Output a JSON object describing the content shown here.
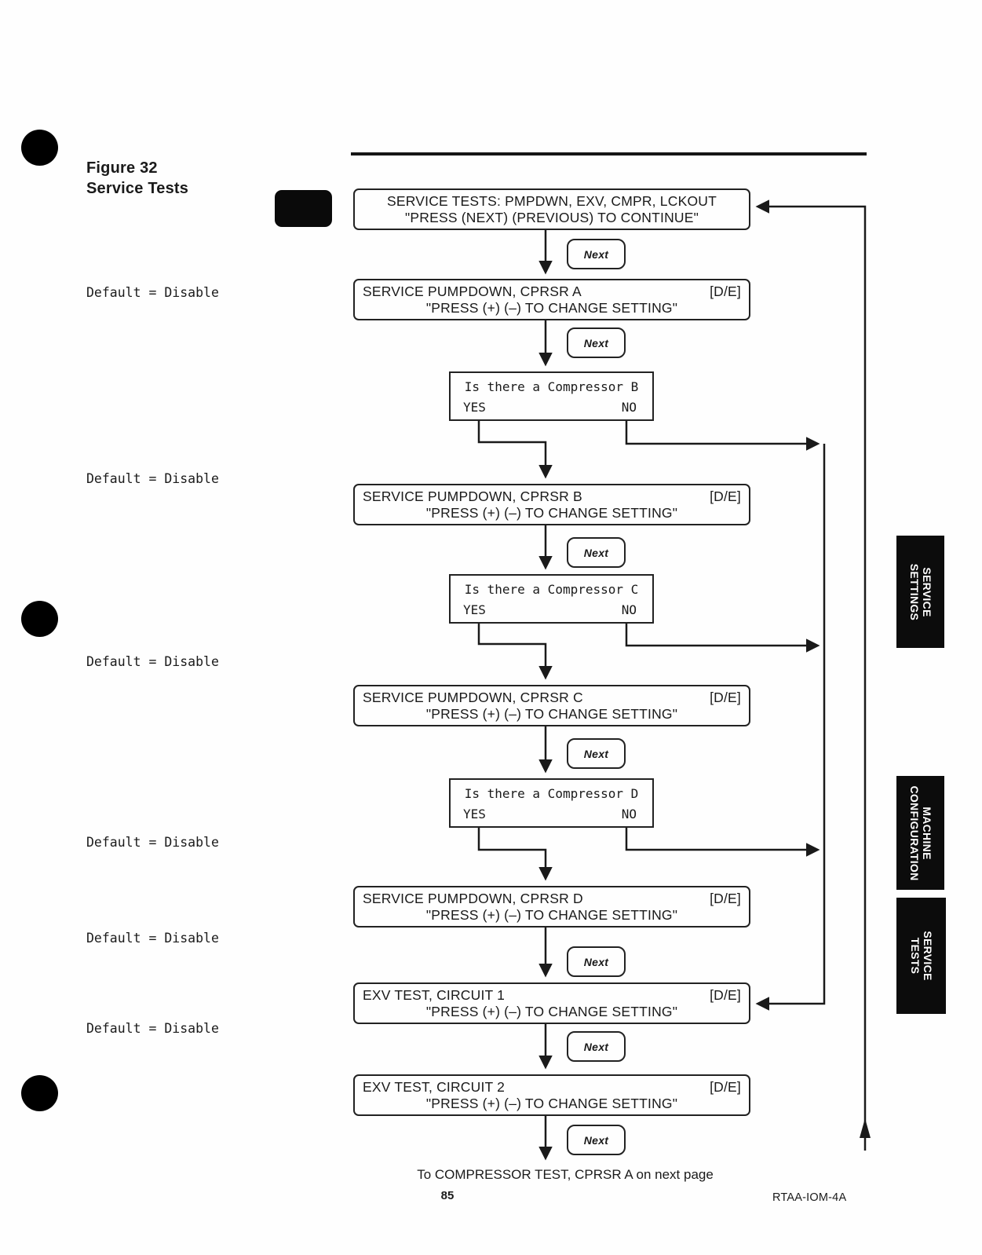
{
  "page": {
    "figure_label": "Figure 32",
    "figure_title": "Service Tests",
    "default_setting_label": "Default = Disable",
    "footer_note": "To COMPRESSOR TEST, CPRSR A on next page",
    "page_number": "85",
    "doc_code": "RTAA-IOM-4A"
  },
  "flowchart": {
    "next_button_label": "Next",
    "display_boxes": [
      {
        "id": "service-tests-menu",
        "line1": "SERVICE TESTS: PMPDWN, EXV, CMPR, LCKOUT",
        "line2": "\"PRESS (NEXT) (PREVIOUS) TO CONTINUE\"",
        "tag": ""
      },
      {
        "id": "service-pumpdown-cprsr-a",
        "line1": "SERVICE PUMPDOWN, CPRSR A",
        "line2": "\"PRESS (+) (–) TO CHANGE SETTING\"",
        "tag": "[D/E]"
      },
      {
        "id": "service-pumpdown-cprsr-b",
        "line1": "SERVICE PUMPDOWN, CPRSR B",
        "line2": "\"PRESS (+) (–) TO CHANGE SETTING\"",
        "tag": "[D/E]"
      },
      {
        "id": "service-pumpdown-cprsr-c",
        "line1": "SERVICE PUMPDOWN, CPRSR C",
        "line2": "\"PRESS (+) (–) TO CHANGE SETTING\"",
        "tag": "[D/E]"
      },
      {
        "id": "service-pumpdown-cprsr-d",
        "line1": "SERVICE PUMPDOWN, CPRSR D",
        "line2": "\"PRESS (+) (–) TO CHANGE SETTING\"",
        "tag": "[D/E]"
      },
      {
        "id": "exv-test-circuit-1",
        "line1": "EXV TEST, CIRCUIT 1",
        "line2": "\"PRESS (+) (–) TO CHANGE SETTING\"",
        "tag": "[D/E]"
      },
      {
        "id": "exv-test-circuit-2",
        "line1": "EXV TEST, CIRCUIT 2",
        "line2": "\"PRESS (+) (–) TO CHANGE SETTING\"",
        "tag": "[D/E]"
      }
    ],
    "decisions": [
      {
        "id": "has-compressor-b",
        "question": "Is there a Compressor B",
        "yes_label": "YES",
        "no_label": "NO"
      },
      {
        "id": "has-compressor-c",
        "question": "Is there a Compressor C",
        "yes_label": "YES",
        "no_label": "NO"
      },
      {
        "id": "has-compressor-d",
        "question": "Is there a Compressor D",
        "yes_label": "YES",
        "no_label": "NO"
      }
    ]
  },
  "side_tabs": [
    {
      "line1": "SERVICE",
      "line2": "SETTINGS"
    },
    {
      "line1": "MACHINE",
      "line2": "CONFIGURATION"
    },
    {
      "line1": "SERVICE",
      "line2": "TESTS"
    }
  ]
}
